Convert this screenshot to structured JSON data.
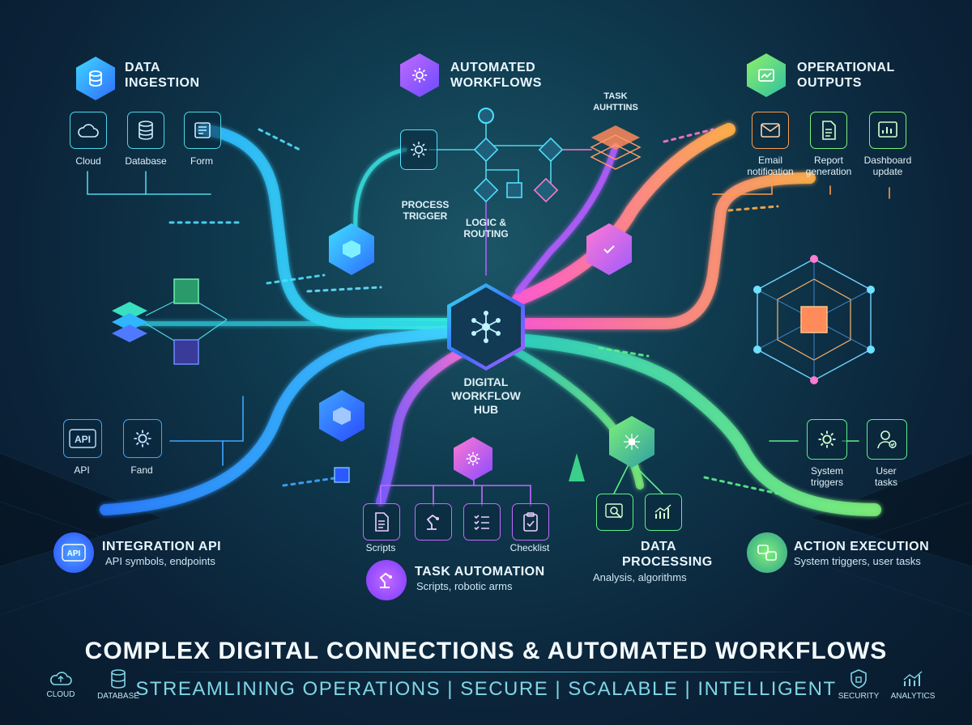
{
  "sections": {
    "data_ingestion": {
      "title_line1": "DATA",
      "title_line2": "INGESTION"
    },
    "automated_workflows": {
      "title_line1": "AUTOMATED",
      "title_line2": "WORKFLOWS"
    },
    "operational_outputs": {
      "title_line1": "OPERATIONAL",
      "title_line2": "OUTPUTS"
    },
    "integration_api": {
      "title": "INTEGRATION API",
      "subtitle": "API symbols, endpoints"
    },
    "task_automation": {
      "title": "TASK AUTOMATION",
      "subtitle": "Scripts, robotic arms"
    },
    "data_processing": {
      "title_line1": "DATA",
      "title_line2": "PROCESSING",
      "subtitle": "Analysis, algorithms"
    },
    "action_execution": {
      "title": "ACTION EXECUTION",
      "subtitle": "System triggers, user tasks"
    }
  },
  "ingestion_items": [
    {
      "label": "Cloud",
      "icon": "cloud-icon"
    },
    {
      "label": "Database",
      "icon": "database-icon"
    },
    {
      "label": "Form",
      "icon": "form-icon"
    }
  ],
  "output_items": [
    {
      "label_line1": "Email",
      "label_line2": "notification",
      "icon": "email-icon"
    },
    {
      "label_line1": "Report",
      "label_line2": "generation",
      "icon": "report-icon"
    },
    {
      "label_line1": "Dashboard",
      "label_line2": "update",
      "icon": "dashboard-icon"
    }
  ],
  "api_items": [
    {
      "label": "API",
      "icon": "api-icon"
    },
    {
      "label": "Fand",
      "icon": "gear-icon"
    }
  ],
  "action_items": [
    {
      "label_line1": "System",
      "label_line2": "triggers",
      "icon": "gear-icon"
    },
    {
      "label_line1": "User",
      "label_line2": "tasks",
      "icon": "user-icon"
    }
  ],
  "automation_items": [
    {
      "label": "Scripts",
      "icon": "script-icon"
    },
    {
      "label": "",
      "icon": "robot-arm-icon"
    },
    {
      "label": "",
      "icon": "checklist-icon"
    },
    {
      "label": "Checklist",
      "icon": "clipboard-icon"
    }
  ],
  "flow_labels": {
    "process_trigger_1": "PROCESS",
    "process_trigger_2": "TRIGGER",
    "logic_1": "LOGIC &",
    "logic_2": "ROUTING",
    "task_1": "TASK",
    "task_2": "AUHTTINS"
  },
  "hub": {
    "line1": "DIGITAL",
    "line2": "WORKFLOW",
    "line3": "HUB"
  },
  "footer": {
    "title": "COMPLEX DIGITAL CONNECTIONS & AUTOMATED WORKFLOWS",
    "tagline": "STREAMLINING OPERATIONS | SECURE | SCALABLE | INTELLIGENT",
    "icons_left": [
      {
        "label": "CLOUD",
        "icon": "cloud-icon"
      },
      {
        "label": "DATABASE",
        "icon": "database-icon"
      }
    ],
    "icons_right": [
      {
        "label": "SECURITY",
        "icon": "shield-icon"
      },
      {
        "label": "ANALYTICS",
        "icon": "analytics-icon"
      }
    ]
  },
  "colors": {
    "cyan": "#36e0e8",
    "blue": "#3a8cff",
    "purple": "#b45cff",
    "pink": "#ff6fd2",
    "orange": "#ff9a4a",
    "green": "#5cf08a"
  }
}
